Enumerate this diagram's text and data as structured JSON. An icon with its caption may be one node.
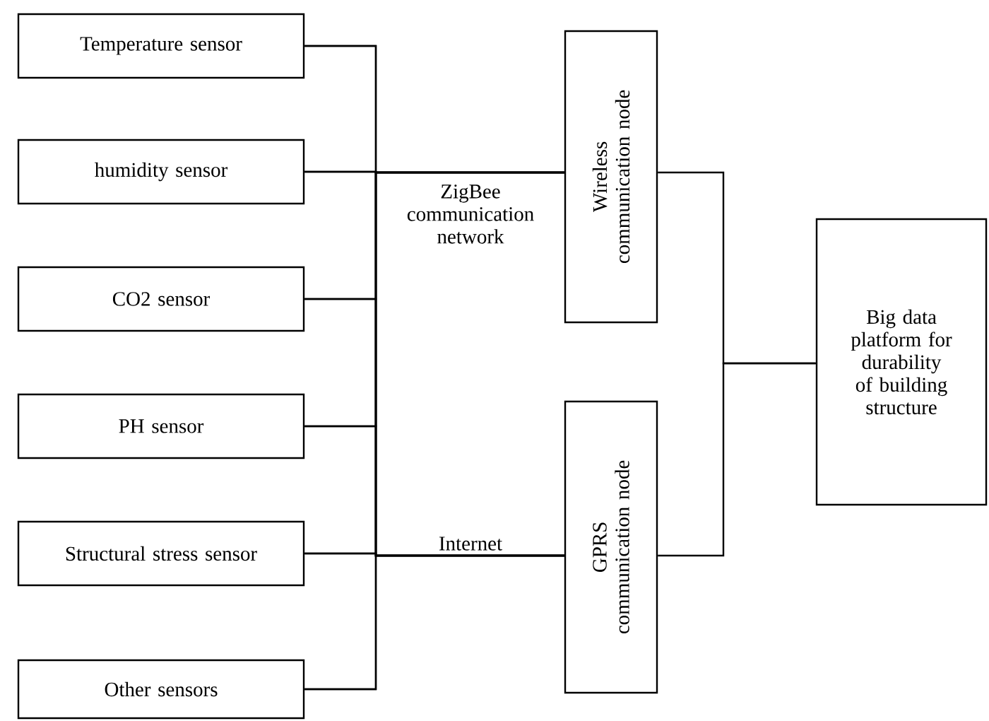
{
  "diagram": {
    "nodes": [
      {
        "text": [
          "Temperature sensor"
        ]
      },
      {
        "text": [
          "humidity sensor"
        ]
      },
      {
        "text": [
          "CO2 sensor"
        ]
      },
      {
        "text": [
          "PH sensor"
        ]
      },
      {
        "text": [
          "Structural stress sensor"
        ]
      },
      {
        "text": [
          "Other sensors"
        ]
      },
      {
        "text": [
          "Wireless communication node"
        ]
      },
      {
        "text": [
          "GPRS communication node"
        ]
      },
      {
        "text": [
          "Big data platform for durability of building structure"
        ]
      }
    ],
    "edges": [
      {
        "from": 0,
        "to": 6,
        "arrow": "none"
      },
      {
        "from": 1,
        "to": 6,
        "arrow": "none",
        "label": "ZigBee communication network"
      },
      {
        "from": 2,
        "to": 6,
        "arrow": "none"
      },
      {
        "from": 3,
        "to": 6,
        "arrow": "none"
      },
      {
        "from": 4,
        "to": 6,
        "arrow": "none"
      },
      {
        "from": 5,
        "to": 6,
        "arrow": "none"
      },
      {
        "from": 0,
        "to": 7,
        "arrow": "none"
      },
      {
        "from": 1,
        "to": 7,
        "arrow": "none"
      },
      {
        "from": 2,
        "to": 7,
        "arrow": "none"
      },
      {
        "from": 3,
        "to": 7,
        "arrow": "none"
      },
      {
        "from": 4,
        "to": 7,
        "arrow": "none",
        "label": "Internet"
      },
      {
        "from": 5,
        "to": 7,
        "arrow": "none"
      },
      {
        "from": 6,
        "to": 8,
        "arrow": "none"
      },
      {
        "from": 7,
        "to": 8,
        "arrow": "none"
      }
    ]
  }
}
